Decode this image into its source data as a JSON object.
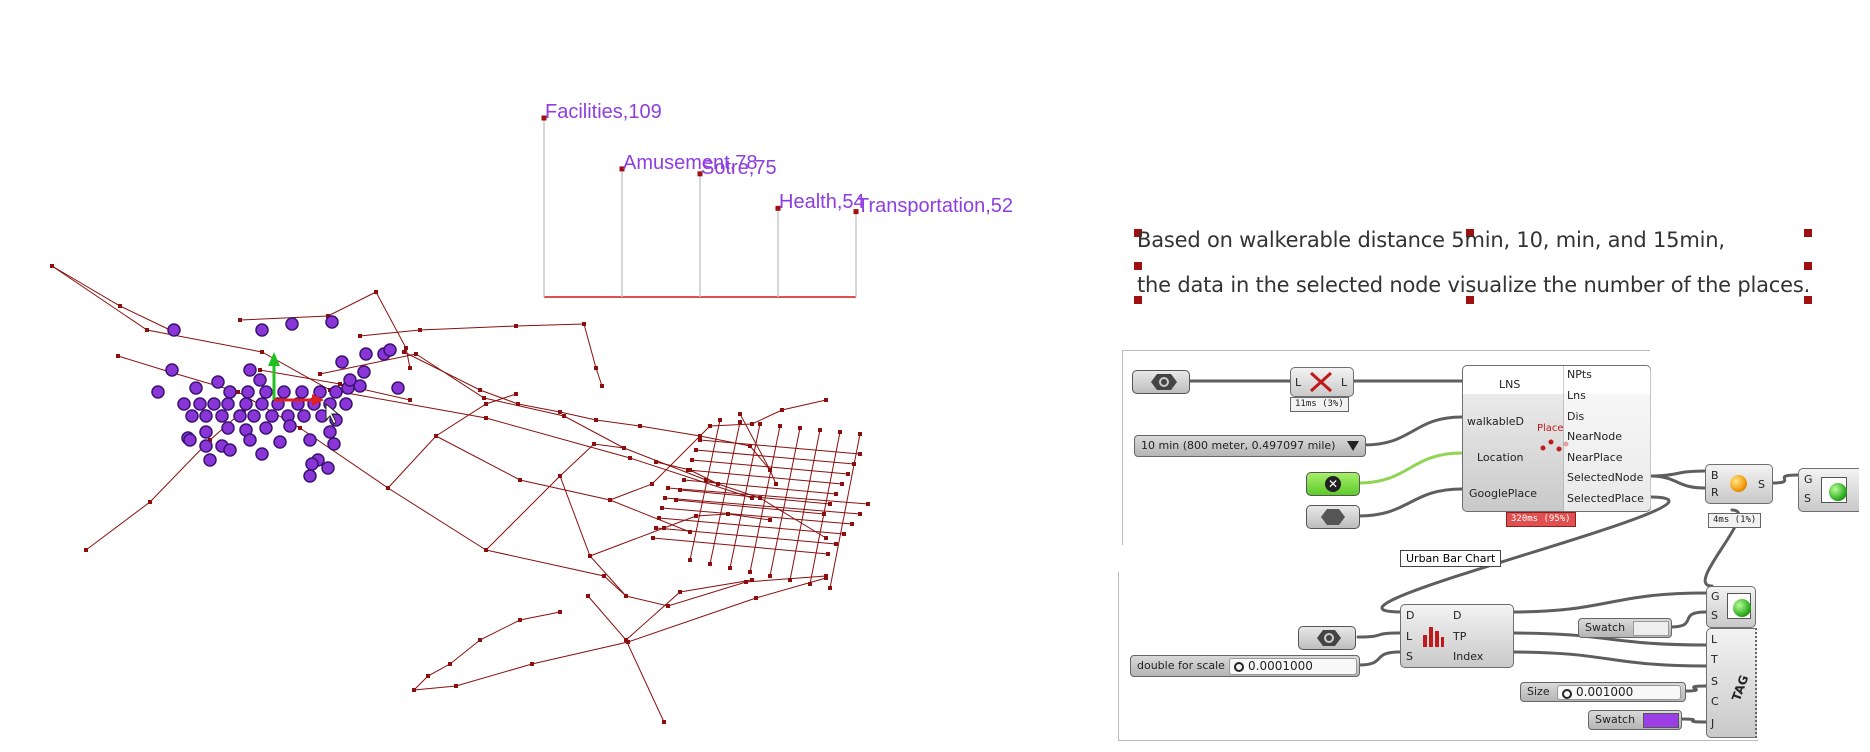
{
  "chart_data": {
    "type": "bar",
    "categories": [
      "Facilities",
      "Amusement",
      "Sotre",
      "Health",
      "Transportation"
    ],
    "values": [
      109,
      78,
      75,
      54,
      52
    ],
    "labels": [
      "Facilities,109",
      "Amusement,78",
      "Sotre,75",
      "Health,54",
      "Transportation,52"
    ],
    "title": "",
    "xlabel": "",
    "ylabel": "",
    "ylim": [
      0,
      109
    ],
    "grid": false,
    "colors": {
      "label": "#8e3ee0",
      "stem": "#c8c8c8",
      "baseline": "#d01818",
      "grip": "#a01010"
    }
  },
  "description": {
    "line1": "Based on walkerable distance 5min, 10, min, and 15min,",
    "line2": "the data in the selected node visualize the number of the places."
  },
  "grasshopper": {
    "main_component": {
      "inputs": [
        "LNS",
        "walkableD",
        "Location",
        "GooglePlace"
      ],
      "outputs": [
        "NPts",
        "Lns",
        "Dis",
        "NearNode",
        "NearPlace",
        "SelectedNode",
        "SelectedPlace"
      ],
      "icon_label": "Place",
      "timer": "320ms (95%)"
    },
    "line_component": {
      "input": "L",
      "output": "L",
      "timer": "11ms (3%)"
    },
    "walk_slider": {
      "value": "10 min (800 meter, 0.497097 mile)"
    },
    "sphere_component": {
      "inputs": [
        "B",
        "R"
      ],
      "output": "S",
      "timer": "4ms (1%)"
    },
    "preview_component": {
      "inputs": [
        "G",
        "S"
      ]
    },
    "bar_chart_component": {
      "tooltip": "Urban Bar Chart",
      "inputs": [
        "D",
        "L",
        "S"
      ],
      "outputs": [
        "D",
        "TP",
        "Index"
      ]
    },
    "scale_slider": {
      "label": "double for scale",
      "value": "0.0001000"
    },
    "text_tag": {
      "inputs": [
        "L",
        "T",
        "S",
        "C",
        "J"
      ],
      "icon_label": "TAG"
    },
    "swatch1": {
      "label": "Swatch"
    },
    "size_slider": {
      "label": "Size",
      "value": "0.001000"
    },
    "swatch2": {
      "label": "Swatch",
      "color": "#9b3ee6"
    }
  },
  "colors": {
    "network": "#8b0f0f",
    "places": "#8a35d8",
    "place_outline": "#3a1470",
    "gizmo_green": "#20c020",
    "gizmo_red": "#e02020"
  }
}
